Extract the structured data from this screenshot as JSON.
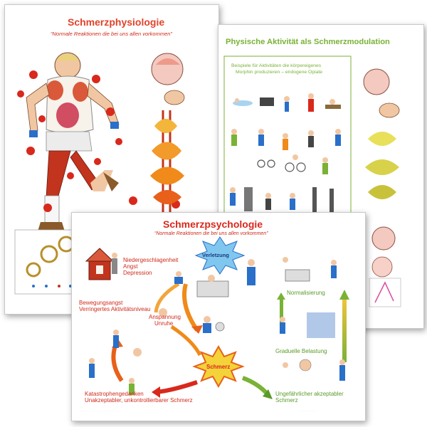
{
  "poster1": {
    "title": "Schmerzphysiologie",
    "subtitle": "“Normale Reaktionen die bei uns allen vorkommen”"
  },
  "poster2": {
    "title": "Physische Aktivität als Schmerzmodulation",
    "subtitle_line1": "Beispiele für Aktivitäten die körpereigenes",
    "subtitle_line2": "Morphin produzieren – endogene Opiate"
  },
  "poster3": {
    "title": "Schmerzpsychologie",
    "subtitle": "“Normale Reaktionen die bei uns allen vorkommen”",
    "center_label": "Schmerz",
    "verletzung": "Verletzung",
    "labels": {
      "niedergeschlagenheit": "Niedergeschlagenheit",
      "angst": "Angst",
      "depression": "Depression",
      "bewegungsangst": "Bewegungsangst",
      "aktivitaet": "Verringertes Aktivitätsniveau",
      "anspannung": "Anspannung",
      "unruhe": "Unruhe",
      "katastrophe": "Katastrophengedanken",
      "unakzeptabel": "Unakzeptabler, unkontrollierbarer Schmerz",
      "normalisierung": "Normalisierung",
      "graduelle": "Graduelle Belastung",
      "ungefaehrlich": "Ungefährlicher akzeptabler",
      "schmerz_low": "Schmerz"
    }
  },
  "colors": {
    "red": "#d9281c",
    "orange": "#f08a1a",
    "green": "#79b236",
    "blue": "#2a6fc9"
  }
}
